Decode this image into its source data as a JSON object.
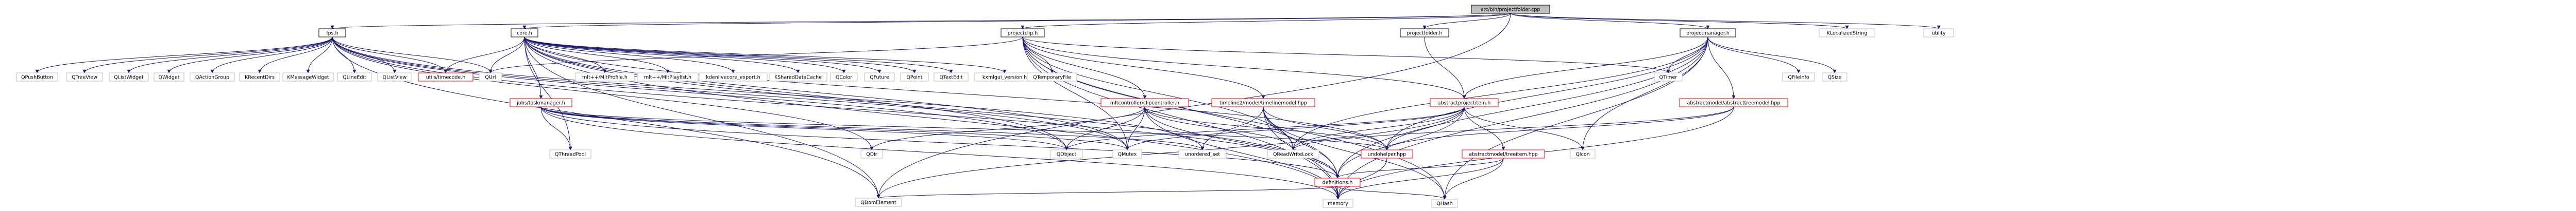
{
  "diagram": {
    "root": "src/bin/projectfolder.cpp",
    "colors": {
      "root_fill": "#bfbfbf",
      "node_fill": "#ffffff",
      "node_stroke": "#bfbfbf",
      "red_stroke": "#ff0000",
      "edge": "#191970"
    },
    "nodes": [
      {
        "id": "projectfolder_cpp",
        "label": "src/bin/projectfolder.cpp",
        "style": "root"
      },
      {
        "id": "fpsh",
        "label": "fps.h",
        "style": "normal"
      },
      {
        "id": "coreh",
        "label": "core.h",
        "style": "normal"
      },
      {
        "id": "projectfolderh",
        "label": "projectfolder.h",
        "style": "normal"
      },
      {
        "id": "projectmanagerh",
        "label": "projectmanager.h",
        "style": "normal"
      },
      {
        "id": "projectcliph",
        "label": "projectclip.h",
        "style": "normal"
      },
      {
        "id": "klocalizedstring",
        "label": "KLocalizedString",
        "style": "gray"
      },
      {
        "id": "utility",
        "label": "utility",
        "style": "gray"
      },
      {
        "id": "qpushbutton",
        "label": "QPushButton",
        "style": "gray"
      },
      {
        "id": "qtreeview",
        "label": "QTreeView",
        "style": "gray"
      },
      {
        "id": "qlistwidget",
        "label": "QListWidget",
        "style": "gray"
      },
      {
        "id": "qwidget",
        "label": "QWidget",
        "style": "gray"
      },
      {
        "id": "qactiongroup",
        "label": "QActionGroup",
        "style": "gray"
      },
      {
        "id": "krecentdirs",
        "label": "KRecentDirs",
        "style": "gray"
      },
      {
        "id": "kmessagewidget",
        "label": "KMessageWidget",
        "style": "gray"
      },
      {
        "id": "qlineedit",
        "label": "QLineEdit",
        "style": "gray"
      },
      {
        "id": "qlistview",
        "label": "QListView",
        "style": "gray"
      },
      {
        "id": "utilstimecodeh",
        "label": "utils/timecode.h",
        "style": "red"
      },
      {
        "id": "qurl",
        "label": "QUrl",
        "style": "gray"
      },
      {
        "id": "jobstaskmanagerh",
        "label": "jobs/taskmanager.h",
        "style": "red"
      },
      {
        "id": "mltmltprofileh",
        "label": "mlt++/MltProfile.h",
        "style": "gray"
      },
      {
        "id": "mltmltplaylisth",
        "label": "mlt++/MltPlaylist.h",
        "style": "gray"
      },
      {
        "id": "kdenlivecore_exporth",
        "label": "kdenlivecore_export.h",
        "style": "gray"
      },
      {
        "id": "kshareddatacache",
        "label": "KSharedDataCache",
        "style": "gray"
      },
      {
        "id": "qcolor",
        "label": "QColor",
        "style": "gray"
      },
      {
        "id": "qfuture",
        "label": "QFuture",
        "style": "gray"
      },
      {
        "id": "qpoint",
        "label": "QPoint",
        "style": "gray"
      },
      {
        "id": "qtextedit",
        "label": "QTextEdit",
        "style": "gray"
      },
      {
        "id": "kxmlgui_versionh",
        "label": "kxmlgui_version.h",
        "style": "gray"
      },
      {
        "id": "qtemporaryfile",
        "label": "QTemporaryFile",
        "style": "gray"
      },
      {
        "id": "mltcontrollerclipcontrollerh",
        "label": "mltcontroller/clipcontroller.h",
        "style": "red"
      },
      {
        "id": "timeline2modeltimelinemodelhpp",
        "label": "timeline2/model/timelinemodel.hpp",
        "style": "red"
      },
      {
        "id": "abstractprojectitemh",
        "label": "abstractprojectitem.h",
        "style": "red"
      },
      {
        "id": "qtimer",
        "label": "QTimer",
        "style": "gray"
      },
      {
        "id": "abstractmodelabstracttreemodelhpp",
        "label": "abstractmodel/abstracttreemodel.hpp",
        "style": "red"
      },
      {
        "id": "qfileinfo",
        "label": "QFileInfo",
        "style": "gray"
      },
      {
        "id": "qsize",
        "label": "QSize",
        "style": "gray"
      },
      {
        "id": "qthreadpool",
        "label": "QThreadPool",
        "style": "gray"
      },
      {
        "id": "qobject",
        "label": "QObject",
        "style": "gray"
      },
      {
        "id": "qmutex",
        "label": "QMutex",
        "style": "gray"
      },
      {
        "id": "unordered_set",
        "label": "unordered_set",
        "style": "gray"
      },
      {
        "id": "qreadwritelock",
        "label": "QReadWriteLock",
        "style": "gray"
      },
      {
        "id": "undohelperhpp",
        "label": "undohelper.hpp",
        "style": "red"
      },
      {
        "id": "abstractmodeltreeitemhpp",
        "label": "abstractmodel/treeitem.hpp",
        "style": "red"
      },
      {
        "id": "qicon",
        "label": "QIcon",
        "style": "gray"
      },
      {
        "id": "qdir",
        "label": "QDir",
        "style": "gray"
      },
      {
        "id": "definitionsh",
        "label": "definitions.h",
        "style": "red"
      },
      {
        "id": "qdomelement",
        "label": "QDomElement",
        "style": "gray"
      },
      {
        "id": "memory",
        "label": "memory",
        "style": "gray"
      },
      {
        "id": "qhash",
        "label": "QHash",
        "style": "gray"
      }
    ],
    "edges": [
      [
        "projectfolder_cpp",
        "fpsh"
      ],
      [
        "projectfolder_cpp",
        "coreh"
      ],
      [
        "projectfolder_cpp",
        "projectfolderh"
      ],
      [
        "projectfolder_cpp",
        "projectmanagerh"
      ],
      [
        "projectfolder_cpp",
        "projectcliph"
      ],
      [
        "projectfolder_cpp",
        "klocalizedstring"
      ],
      [
        "projectfolder_cpp",
        "utility"
      ],
      [
        "projectfolder_cpp",
        "qdomelement"
      ],
      [
        "fpsh",
        "qpushbutton"
      ],
      [
        "fpsh",
        "qtreeview"
      ],
      [
        "fpsh",
        "qlistwidget"
      ],
      [
        "fpsh",
        "qwidget"
      ],
      [
        "fpsh",
        "qactiongroup"
      ],
      [
        "fpsh",
        "krecentdirs"
      ],
      [
        "fpsh",
        "kmessagewidget"
      ],
      [
        "fpsh",
        "qlineedit"
      ],
      [
        "fpsh",
        "qlistview"
      ],
      [
        "fpsh",
        "utilstimecodeh"
      ],
      [
        "fpsh",
        "qurl"
      ],
      [
        "fpsh",
        "qdomelement"
      ],
      [
        "fpsh",
        "qdir"
      ],
      [
        "fpsh",
        "qmutex"
      ],
      [
        "fpsh",
        "definitionsh"
      ],
      [
        "fpsh",
        "unordered_set"
      ],
      [
        "fpsh",
        "qobject"
      ],
      [
        "coreh",
        "utilstimecodeh"
      ],
      [
        "coreh",
        "qurl"
      ],
      [
        "coreh",
        "jobstaskmanagerh"
      ],
      [
        "coreh",
        "mltmltprofileh"
      ],
      [
        "coreh",
        "mltmltplaylisth"
      ],
      [
        "coreh",
        "kdenlivecore_exporth"
      ],
      [
        "coreh",
        "kshareddatacache"
      ],
      [
        "coreh",
        "qcolor"
      ],
      [
        "coreh",
        "qfuture"
      ],
      [
        "coreh",
        "qpoint"
      ],
      [
        "coreh",
        "qtextedit"
      ],
      [
        "coreh",
        "kxmlgui_versionh"
      ],
      [
        "coreh",
        "qthreadpool"
      ],
      [
        "coreh",
        "qobject"
      ],
      [
        "coreh",
        "qmutex"
      ],
      [
        "coreh",
        "undohelperhpp"
      ],
      [
        "coreh",
        "definitionsh"
      ],
      [
        "coreh",
        "memory"
      ],
      [
        "coreh",
        "qdomelement"
      ],
      [
        "projectfolderh",
        "abstractprojectitemh"
      ],
      [
        "projectmanagerh",
        "abstractprojectitemh"
      ],
      [
        "projectmanagerh",
        "abstractmodelabstracttreemodelhpp"
      ],
      [
        "projectmanagerh",
        "qtimer"
      ],
      [
        "projectmanagerh",
        "qfileinfo"
      ],
      [
        "projectmanagerh",
        "qsize"
      ],
      [
        "projectmanagerh",
        "qicon"
      ],
      [
        "projectmanagerh",
        "qreadwritelock"
      ],
      [
        "projectmanagerh",
        "undohelperhpp"
      ],
      [
        "projectmanagerh",
        "definitionsh"
      ],
      [
        "projectmanagerh",
        "memory"
      ],
      [
        "projectmanagerh",
        "qhash"
      ],
      [
        "projectcliph",
        "qtemporaryfile"
      ],
      [
        "projectcliph",
        "mltcontrollerclipcontrollerh"
      ],
      [
        "projectcliph",
        "timeline2modeltimelinemodelhpp"
      ],
      [
        "projectcliph",
        "abstractprojectitemh"
      ],
      [
        "projectcliph",
        "qtimer"
      ],
      [
        "projectcliph",
        "qmutex"
      ],
      [
        "projectcliph",
        "memory"
      ],
      [
        "projectcliph",
        "definitionsh"
      ],
      [
        "projectcliph",
        "qhash"
      ],
      [
        "projectcliph",
        "qreadwritelock"
      ],
      [
        "projectcliph",
        "qurl"
      ],
      [
        "jobstaskmanagerh",
        "qthreadpool"
      ],
      [
        "jobstaskmanagerh",
        "qobject"
      ],
      [
        "jobstaskmanagerh",
        "qmutex"
      ],
      [
        "jobstaskmanagerh",
        "unordered_set"
      ],
      [
        "jobstaskmanagerh",
        "definitionsh"
      ],
      [
        "jobstaskmanagerh",
        "memory"
      ],
      [
        "jobstaskmanagerh",
        "undohelperhpp"
      ],
      [
        "mltcontrollerclipcontrollerh",
        "qobject"
      ],
      [
        "mltcontrollerclipcontrollerh",
        "qmutex"
      ],
      [
        "mltcontrollerclipcontrollerh",
        "definitionsh"
      ],
      [
        "mltcontrollerclipcontrollerh",
        "memory"
      ],
      [
        "mltcontrollerclipcontrollerh",
        "undohelperhpp"
      ],
      [
        "mltcontrollerclipcontrollerh",
        "qreadwritelock"
      ],
      [
        "mltcontrollerclipcontrollerh",
        "qdir"
      ],
      [
        "timeline2modeltimelinemodelhpp",
        "qreadwritelock"
      ],
      [
        "timeline2modeltimelinemodelhpp",
        "undohelperhpp"
      ],
      [
        "timeline2modeltimelinemodelhpp",
        "definitionsh"
      ],
      [
        "timeline2modeltimelinemodelhpp",
        "memory"
      ],
      [
        "timeline2modeltimelinemodelhpp",
        "unordered_set"
      ],
      [
        "timeline2modeltimelinemodelhpp",
        "qhash"
      ],
      [
        "abstractprojectitemh",
        "abstractmodeltreeitemhpp"
      ],
      [
        "abstractprojectitemh",
        "undohelperhpp"
      ],
      [
        "abstractprojectitemh",
        "qreadwritelock"
      ],
      [
        "abstractprojectitemh",
        "qobject"
      ],
      [
        "abstractprojectitemh",
        "qicon"
      ],
      [
        "abstractprojectitemh",
        "qdomelement"
      ],
      [
        "abstractprojectitemh",
        "qmutex"
      ],
      [
        "abstractprojectitemh",
        "definitionsh"
      ],
      [
        "abstractmodelabstracttreemodelhpp",
        "qreadwritelock"
      ],
      [
        "abstractmodelabstracttreemodelhpp",
        "undohelperhpp"
      ],
      [
        "abstractmodelabstracttreemodelhpp",
        "memory"
      ],
      [
        "abstractmodeltreeitemhpp",
        "definitionsh"
      ],
      [
        "abstractmodeltreeitemhpp",
        "memory"
      ],
      [
        "abstractmodeltreeitemhpp",
        "qhash"
      ],
      [
        "undohelperhpp",
        "memory"
      ],
      [
        "definitionsh",
        "qdomelement"
      ],
      [
        "definitionsh",
        "memory"
      ],
      [
        "definitionsh",
        "qhash"
      ]
    ]
  }
}
